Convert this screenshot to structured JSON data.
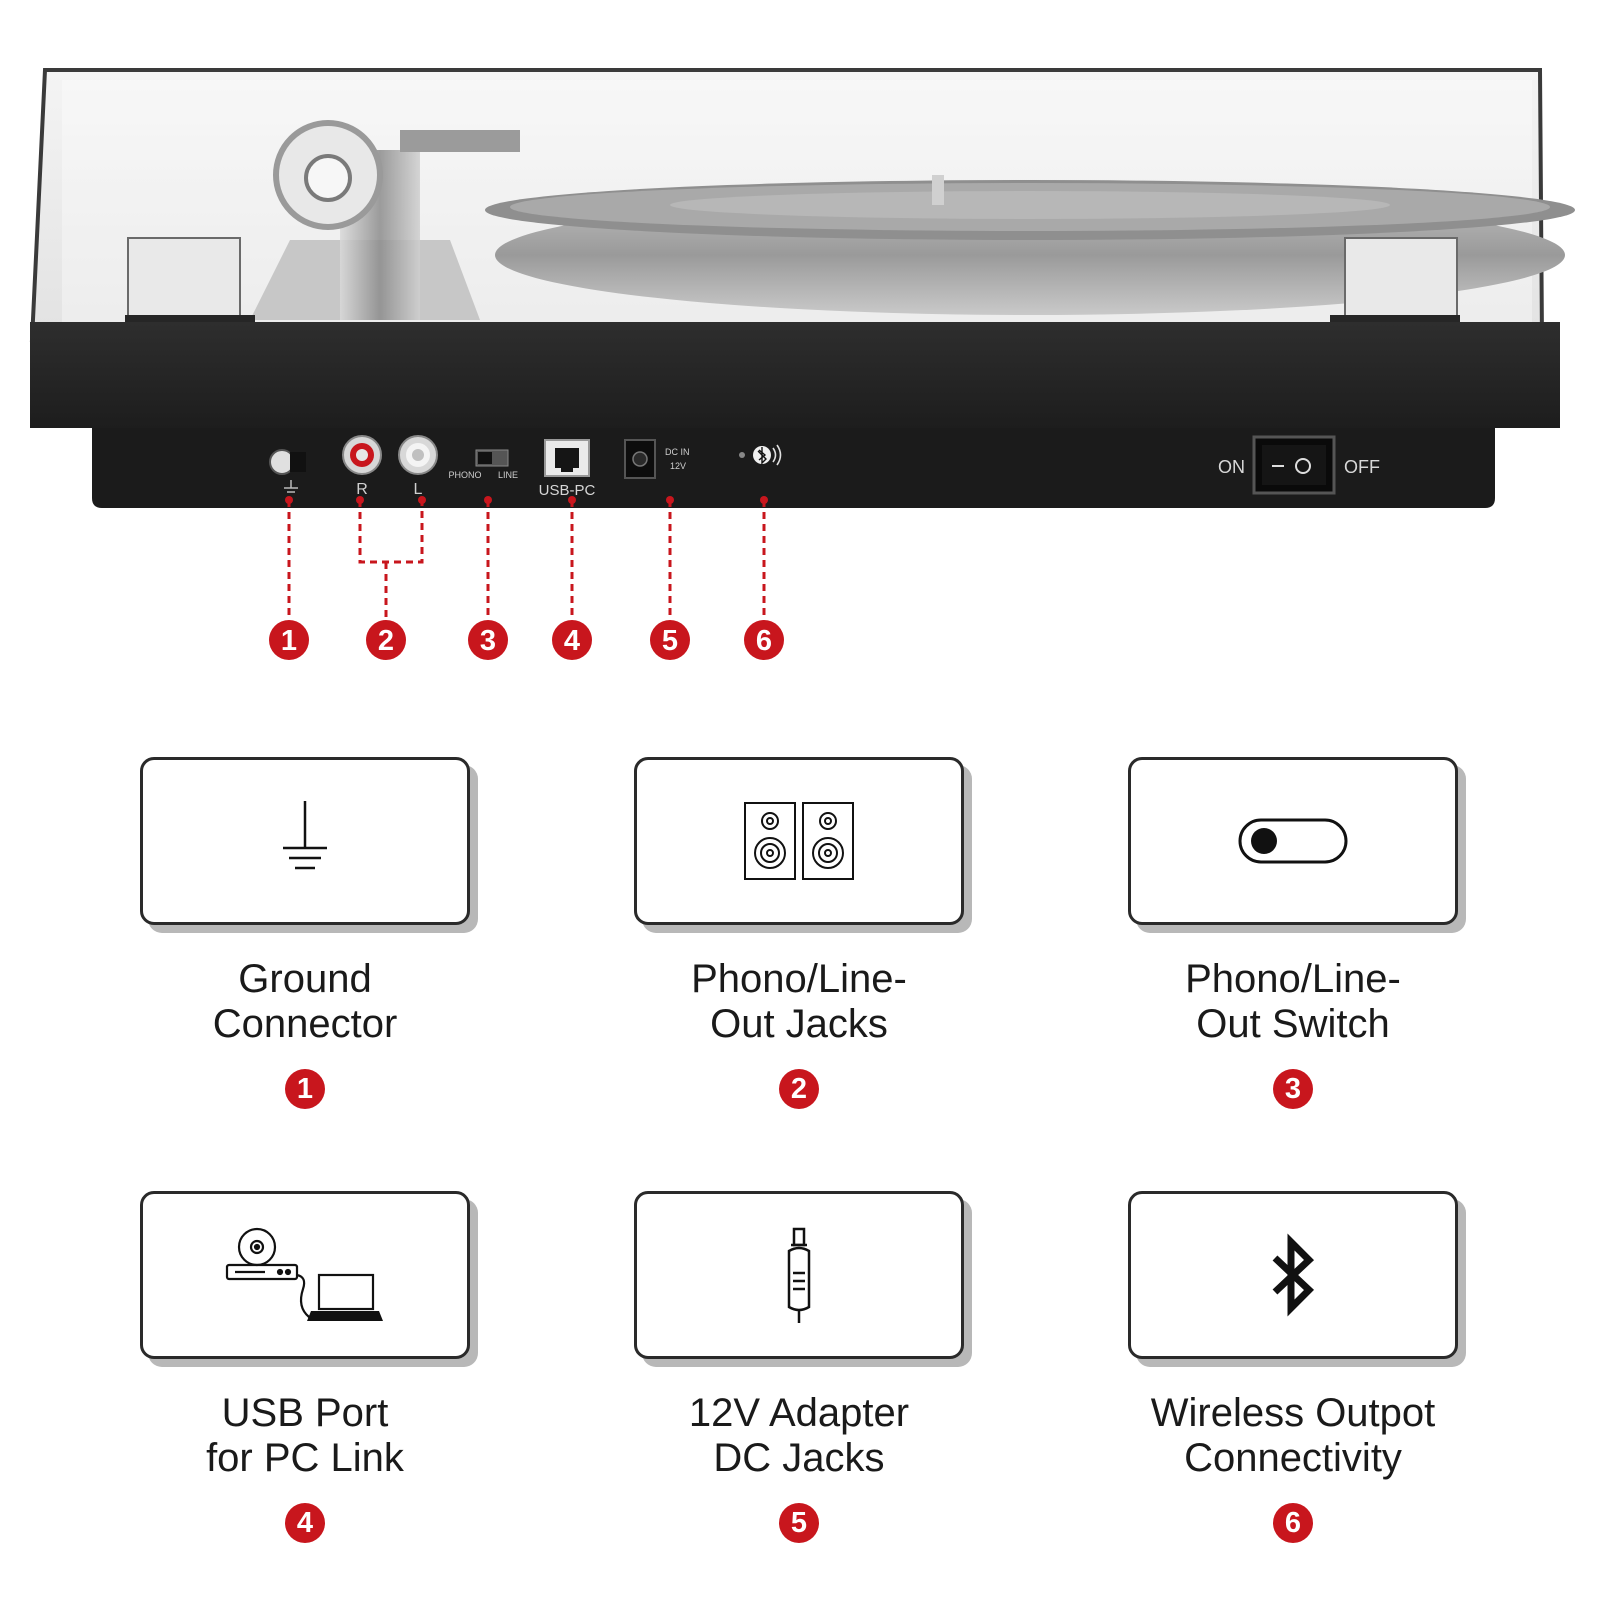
{
  "colors": {
    "accent": "#c8161d",
    "card_border": "#2a2a2a",
    "card_shadow": "#b8b8b8",
    "panel": "#262626"
  },
  "panel_labels": {
    "jack_r": "R",
    "jack_l": "L",
    "switch_phono": "PHONO",
    "switch_line": "LINE",
    "usb": "USB-PC",
    "dc_line1": "DC IN",
    "dc_line2": "12V",
    "power_on": "ON",
    "power_off": "OFF"
  },
  "callouts": [
    "1",
    "2",
    "3",
    "4",
    "5",
    "6"
  ],
  "features": [
    {
      "icon": "ground-icon",
      "line1": "Ground",
      "line2": "Connector",
      "badge": "1"
    },
    {
      "icon": "speakers-icon",
      "line1": "Phono/Line-",
      "line2": "Out Jacks",
      "badge": "2"
    },
    {
      "icon": "toggle-switch-icon",
      "line1": "Phono/Line-",
      "line2": "Out Switch",
      "badge": "3"
    },
    {
      "icon": "pc-link-icon",
      "line1": "USB Port",
      "line2": "for PC Link",
      "badge": "4"
    },
    {
      "icon": "dc-plug-icon",
      "line1": "12V Adapter",
      "line2": "DC Jacks",
      "badge": "5"
    },
    {
      "icon": "bluetooth-icon",
      "line1": "Wireless Outpot",
      "line2": "Connectivity",
      "badge": "6"
    }
  ]
}
